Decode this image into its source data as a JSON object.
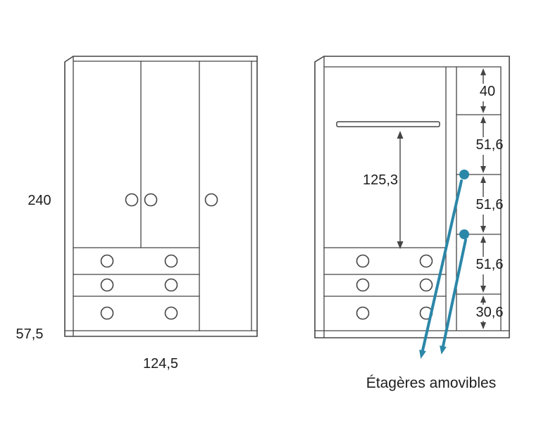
{
  "diagram": {
    "type": "wardrobe-technical-drawing",
    "left_view": {
      "height_label": "240",
      "plinth_label": "57,5",
      "width_label": "124,5"
    },
    "right_view": {
      "interior_height_label": "125,3",
      "shelf_labels": [
        "40",
        "51,6",
        "51,6",
        "51,6",
        "30,6"
      ],
      "annotation": "Étagères amovibles"
    },
    "colors": {
      "accent": "#2b87a8",
      "line": "#454545",
      "text": "#1d1d1d"
    }
  }
}
